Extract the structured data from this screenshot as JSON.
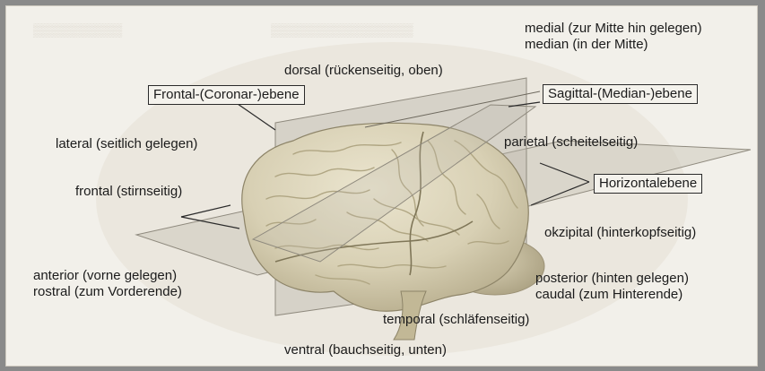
{
  "labels": {
    "medial": "medial (zur Mitte hin gelegen)",
    "median": "median (in der Mitte)",
    "dorsal": "dorsal (rückenseitig, oben)",
    "lateral": "lateral (seitlich gelegen)",
    "parietal": "parietal (scheitelseitig)",
    "frontal": "frontal (stirnseitig)",
    "okzipital": "okzipital (hinterkopfseitig)",
    "anterior": "anterior (vorne gelegen)",
    "rostral": "rostral (zum Vorderende)",
    "posterior": "posterior (hinten gelegen)",
    "caudal": "caudal (zum Hinterende)",
    "temporal": "temporal (schläfenseitig)",
    "ventral": "ventral (bauchseitig, unten)"
  },
  "planes": {
    "frontal": "Frontal-(Coronar-)ebene",
    "sagittal": "Sagittal-(Median-)ebene",
    "horizontal": "Horizontalebene"
  },
  "colors": {
    "background": "#f2f0ea",
    "brain": "#ddd6bd",
    "plane": "#b8b3a7",
    "line": "#2a2a2a"
  }
}
